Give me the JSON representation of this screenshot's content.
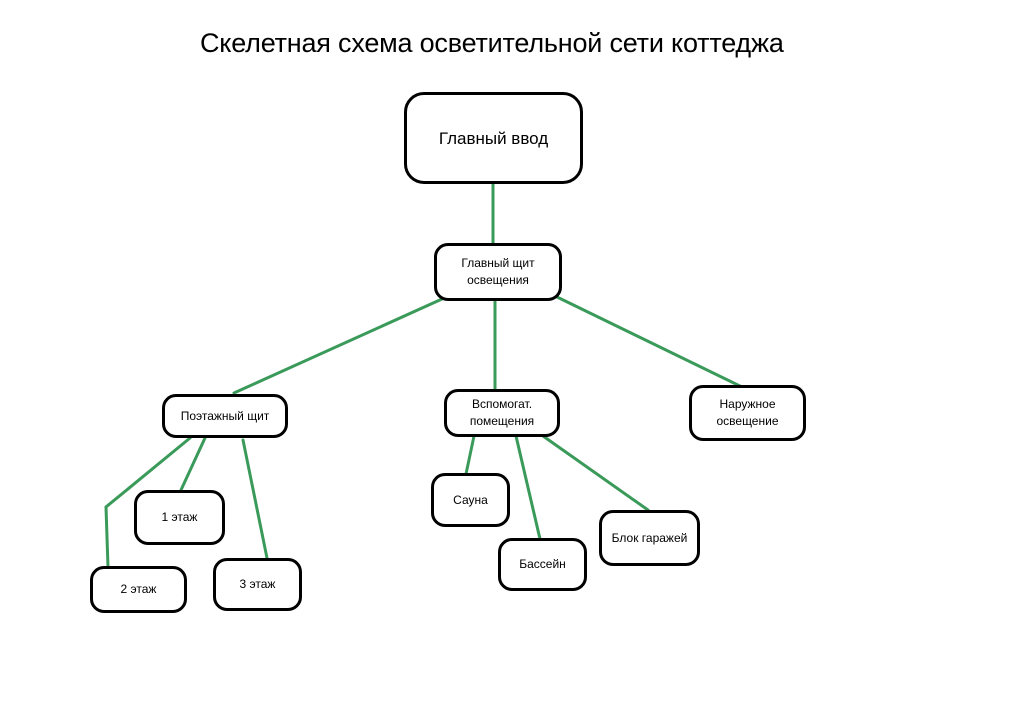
{
  "title": "Скелетная схема осветительной сети коттеджа",
  "colors": {
    "link": "#3a9a5a",
    "border": "#000000"
  },
  "nodes": {
    "main_input": "Главный  ввод",
    "main_panel": "Главный щит\nосвещения",
    "floor_panel": "Поэтажный щит",
    "aux_rooms": "Вспомогат.\nпомещения",
    "outdoor": "Наружное\nосвещение",
    "floor1": "1 этаж",
    "floor2": "2 этаж",
    "floor3": "3 этаж",
    "sauna": "Сауна",
    "pool": "Бассейн",
    "garages": "Блок гаражей"
  },
  "edges": [
    [
      "main_input",
      "main_panel"
    ],
    [
      "main_panel",
      "floor_panel"
    ],
    [
      "main_panel",
      "aux_rooms"
    ],
    [
      "main_panel",
      "outdoor"
    ],
    [
      "floor_panel",
      "floor1"
    ],
    [
      "floor_panel",
      "floor2"
    ],
    [
      "floor_panel",
      "floor3"
    ],
    [
      "aux_rooms",
      "sauna"
    ],
    [
      "aux_rooms",
      "pool"
    ],
    [
      "aux_rooms",
      "garages"
    ]
  ]
}
